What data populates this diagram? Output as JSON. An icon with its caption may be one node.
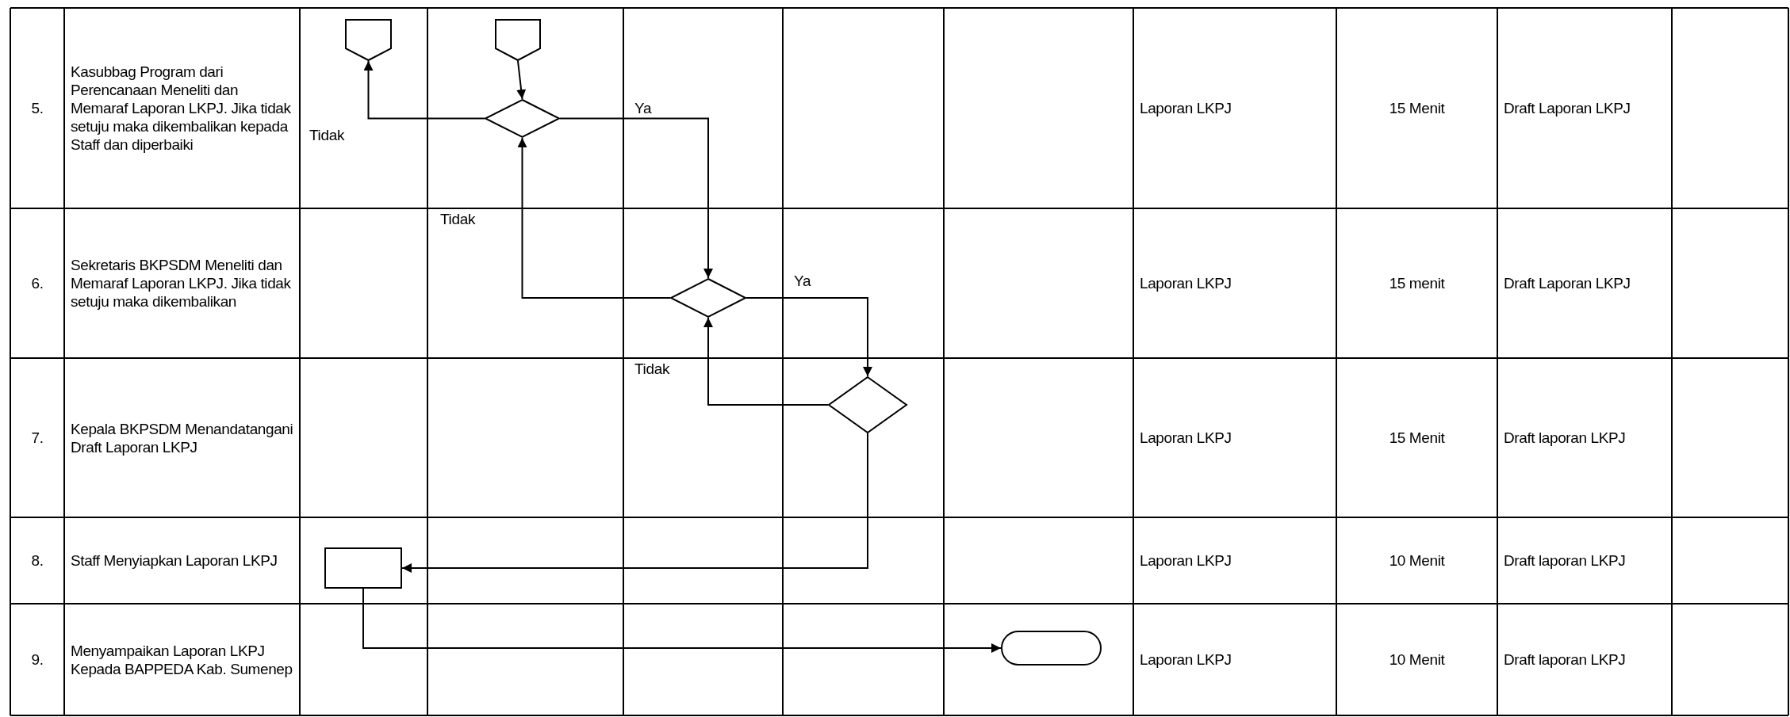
{
  "diagram": {
    "nodes": [
      {
        "text": [],
        "shape": "pentagon"
      },
      {
        "text": [],
        "shape": "pentagon"
      },
      {
        "text": [],
        "shape": "diamond"
      },
      {
        "text": [],
        "shape": "diamond"
      },
      {
        "text": [],
        "shape": "diamond"
      },
      {
        "text": [],
        "shape": "box"
      },
      {
        "text": [],
        "shape": "terminator"
      }
    ],
    "edges": [
      {
        "from": 1,
        "to": 2,
        "arrow": "to"
      },
      {
        "from": 2,
        "to": 0,
        "arrow": "to",
        "label": "Tidak"
      },
      {
        "from": 2,
        "to": 3,
        "arrow": "to",
        "label": "Ya"
      },
      {
        "from": 3,
        "to": 2,
        "arrow": "to",
        "label": "Tidak"
      },
      {
        "from": 3,
        "to": 4,
        "arrow": "to",
        "label": "Ya"
      },
      {
        "from": 4,
        "to": 3,
        "arrow": "to",
        "label": "Tidak"
      },
      {
        "from": 4,
        "to": 5,
        "arrow": "to"
      },
      {
        "from": 5,
        "to": 6,
        "arrow": "to"
      }
    ],
    "labels": [
      "5.",
      "Kasubbag Program dari Perencanaan Meneliti dan Memaraf Laporan LKPJ. Jika tidak setuju maka dikembalikan kepada Staff dan diperbaiki",
      "Laporan LKPJ",
      "15 Menit",
      "Draft Laporan LKPJ",
      "6.",
      "Sekretaris BKPSDM Meneliti dan Memaraf Laporan LKPJ. Jika tidak setuju maka dikembalikan",
      "Laporan LKPJ",
      "15 menit",
      "Draft Laporan LKPJ",
      "7.",
      "Kepala BKPSDM Menandatangani Draft Laporan LKPJ",
      "Laporan LKPJ",
      "15 Menit",
      "Draft laporan LKPJ",
      "8.",
      "Staff Menyiapkan Laporan LKPJ",
      "Laporan LKPJ",
      "10 Menit",
      "Draft laporan LKPJ",
      "9.",
      "Menyampaikan Laporan LKPJ Kepada BAPPEDA Kab. Sumenep",
      "Laporan LKPJ",
      "10 Menit",
      "Draft laporan LKPJ"
    ]
  }
}
